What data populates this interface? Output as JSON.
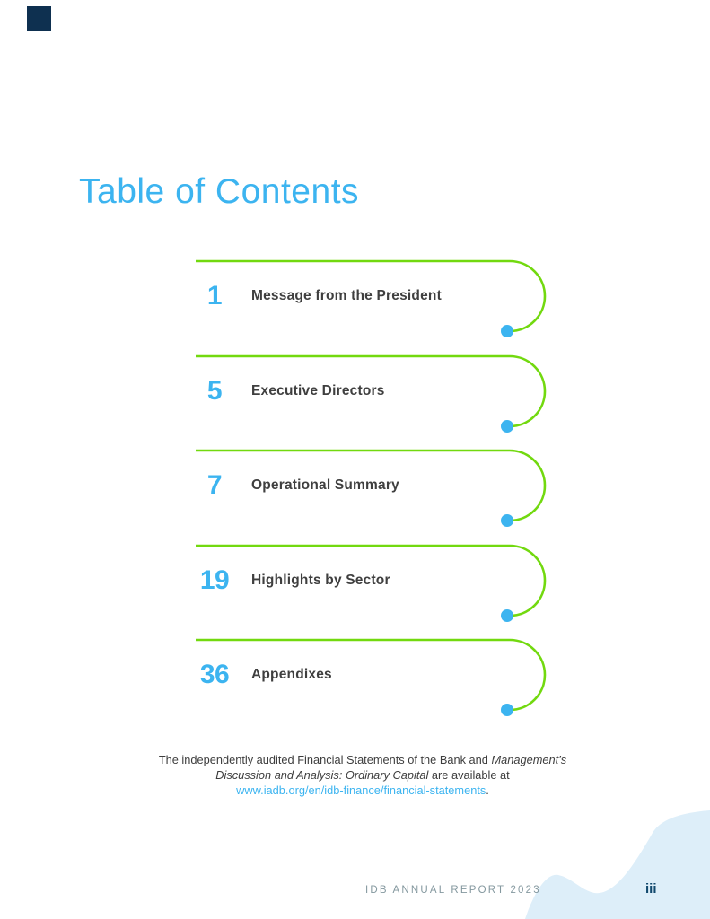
{
  "page": {
    "title": "Table of Contents"
  },
  "toc": {
    "items": [
      {
        "page": "1",
        "label": "Message from the President"
      },
      {
        "page": "5",
        "label": "Executive Directors"
      },
      {
        "page": "7",
        "label": "Operational Summary"
      },
      {
        "page": "19",
        "label": "Highlights by Sector"
      },
      {
        "page": "36",
        "label": "Appendixes"
      }
    ]
  },
  "footnote": {
    "t1": "The independently audited Financial Statements of the Bank and ",
    "t2": "Management’s",
    "t3": "Discussion and Analysis: Ordinary Capital",
    "t4": " are available at",
    "link": "www.iadb.org/en/idb-finance/financial-statements",
    "t5": "."
  },
  "footer": {
    "report_label": "IDB ANNUAL REPORT 2023",
    "page_number": "iii"
  },
  "colors": {
    "accent_blue": "#3cb4f0",
    "green": "#72d90f",
    "navy": "#11496e",
    "wave": "#ddeef9",
    "text_dark": "#3f3f3f",
    "footer_gray": "#84989f",
    "corner": "#0e3050"
  }
}
